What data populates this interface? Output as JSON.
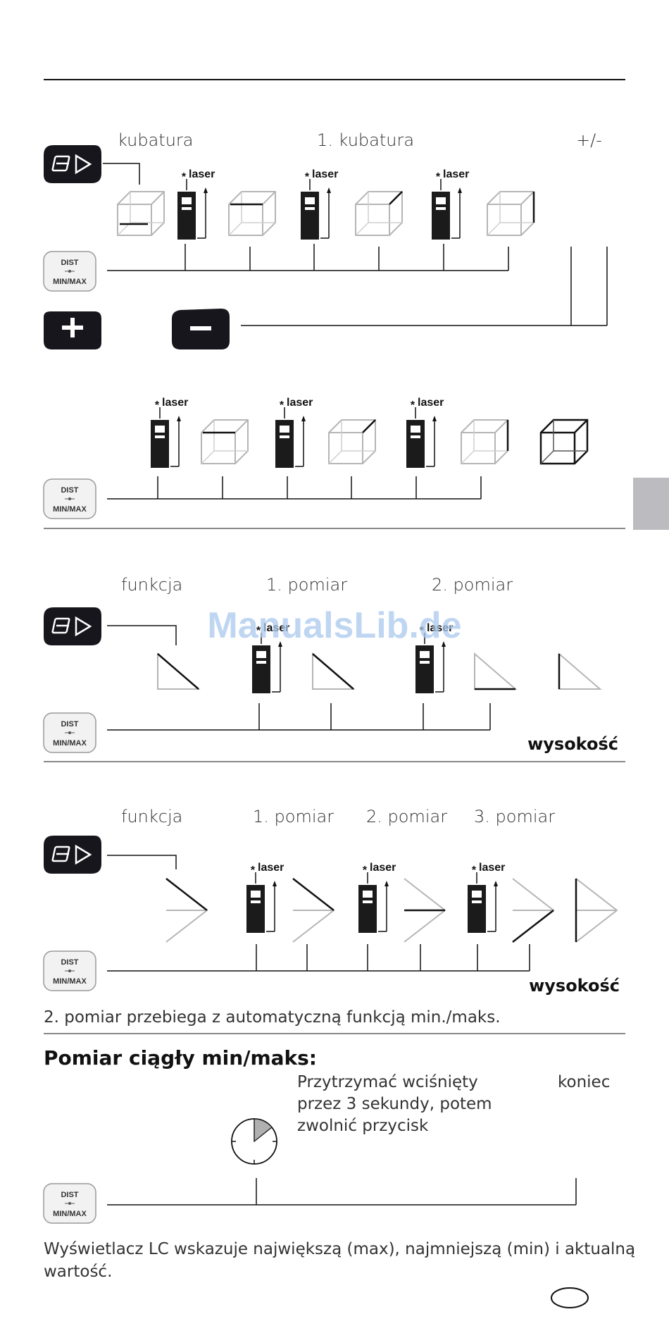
{
  "section1": {
    "label_kubatura": "kubatura",
    "label_first_kubatura": "1. kubatura",
    "label_plusminus": "+/-"
  },
  "laser_label": "laser",
  "dist_button": {
    "line1": "DIST",
    "line2": "MIN/MAX"
  },
  "section3": {
    "label_funkcja": "funkcja",
    "label_pomiar1": "1. pomiar",
    "label_pomiar2": "2. pomiar",
    "label_wysokosc": "wysokość"
  },
  "section4": {
    "label_funkcja": "funkcja",
    "label_pomiar1": "1. pomiar",
    "label_pomiar2": "2. pomiar",
    "label_pomiar3": "3. pomiar",
    "label_wysokosc": "wysokość",
    "note": "2. pomiar przebiega z automatyczną funkcją min./maks."
  },
  "section5": {
    "heading": "Pomiar ciągły min/maks:",
    "instruction_line1": "Przytrzymać wciśnięty",
    "instruction_line2": "przez 3 sekundy, potem",
    "instruction_line3": "zwolnić przycisk",
    "label_koniec": "koniec",
    "footer_line1": "Wyświetlacz LC wskazuje największą (max), najmniejszą (min) i aktualną",
    "footer_line2": "wartość."
  },
  "watermark": "ManualsLib.de",
  "colors": {
    "tab": "#bcbcc0",
    "button_dark": "#16161c",
    "shape_light": "#b5b5b5"
  }
}
